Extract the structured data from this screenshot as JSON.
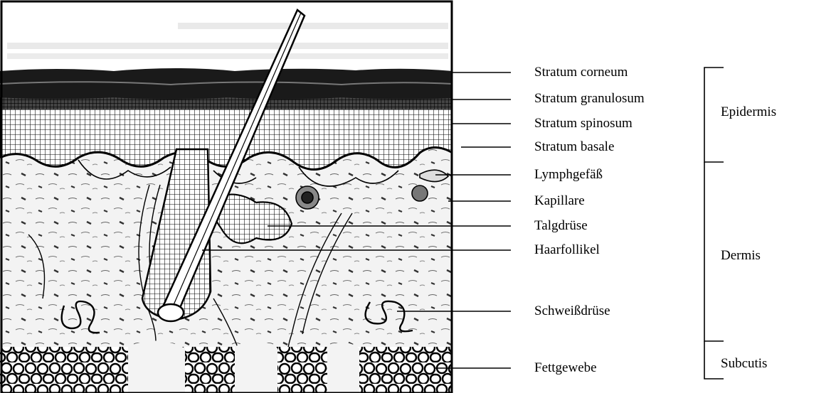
{
  "diagram": {
    "layers": [
      {
        "id": "stratum-corneum",
        "label": "Stratum corneum"
      },
      {
        "id": "stratum-granulosum",
        "label": "Stratum granulosum"
      },
      {
        "id": "stratum-spinosum",
        "label": "Stratum spinosum"
      },
      {
        "id": "stratum-basale",
        "label": "Stratum basale"
      },
      {
        "id": "lymphgefaess",
        "label": "Lymphgefäß"
      },
      {
        "id": "kapillare",
        "label": "Kapillare"
      },
      {
        "id": "talgdruese",
        "label": "Talgdrüse"
      },
      {
        "id": "haarfollikel",
        "label": "Haarfollikel"
      },
      {
        "id": "schweissdruese",
        "label": "Schweißdrüse"
      },
      {
        "id": "fettgewebe",
        "label": "Fettgewebe"
      }
    ],
    "groups": [
      {
        "id": "epidermis",
        "label": "Epidermis"
      },
      {
        "id": "dermis",
        "label": "Dermis"
      },
      {
        "id": "subcutis",
        "label": "Subcutis"
      }
    ],
    "colors": {
      "ink": "#000000",
      "background": "#ffffff",
      "dermis": "#f4f4f4",
      "corneum": "#1a1a1a"
    }
  }
}
